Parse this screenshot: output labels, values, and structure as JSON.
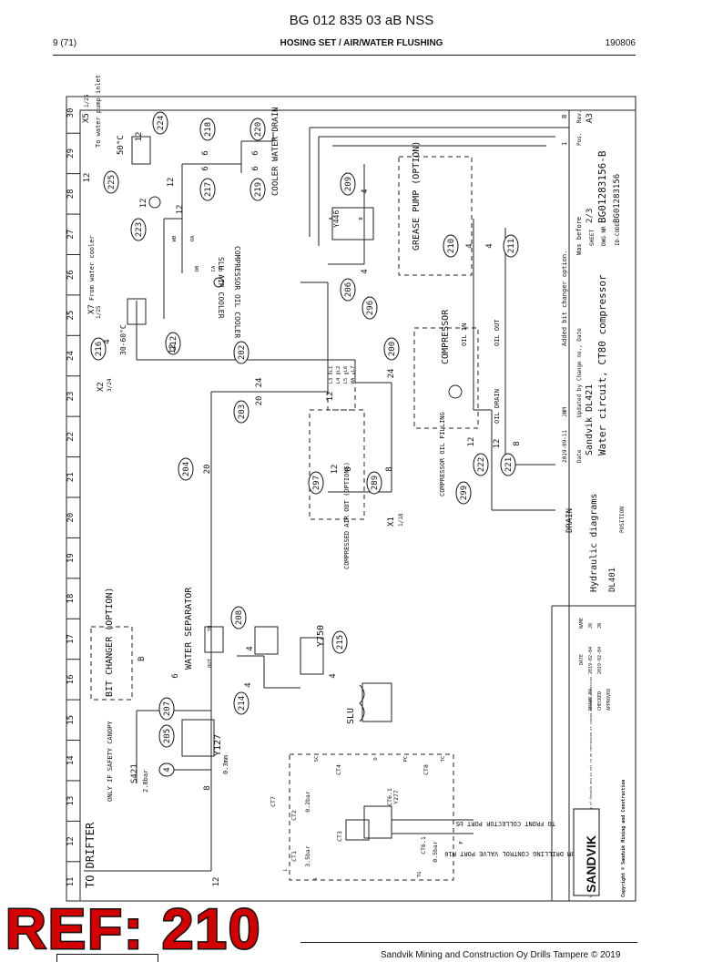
{
  "header": {
    "doc_title": "BG 012 835 03 aB NSS",
    "page_label": "9 (71)",
    "section_title": "HOSING SET / AIR/WATER FLUSHING",
    "doc_date": "190806"
  },
  "grid_numbers": [
    "11",
    "12",
    "13",
    "14",
    "15",
    "16",
    "17",
    "18",
    "19",
    "20",
    "21",
    "22",
    "23",
    "24",
    "25",
    "26",
    "27",
    "28",
    "29",
    "30"
  ],
  "diagram": {
    "drifter_label": "TO DRIFTER",
    "bit_changer": "BIT CHANGER (OPTION)",
    "bit_changer_tag": "B",
    "water_separator": "WATER SEPARATOR",
    "only_if_safety": "ONLY IF SAFETY CANOPY",
    "s421": "S421",
    "s421_pressure": "2.8bar",
    "y127": "Y127",
    "y127_pressure": "0.3mm",
    "y750": "Y750",
    "slu": "SLU",
    "drain": "DRAIN",
    "compressed_air_out": "COMPRESSED AIR OUT (OPTIONS)",
    "compressor_oil_filling": "COMPRESSOR OIL FILLING",
    "compressor": "COMPRESSOR",
    "oil_in": "OIL IN",
    "oil_out": "OIL OUT",
    "oil_drain": "OIL DRAIN",
    "grease_pump": "GREASE PUMP (OPTION)",
    "y446": "Y446",
    "compressor_oil_cooler": "COMPRESSOR OIL COOLER",
    "slu_air_cooler": "SLU AIR COOLER",
    "cooler_water_drain": "COOLER WATER DRAIN",
    "to_water_pump_inlet": "To water pump inlet",
    "from_water_cooler": "From water cooler",
    "temp_50": "50°C",
    "temp_30_60": "30-60°C",
    "x1": "X1",
    "x1_sub": "1/18",
    "x2": "X2",
    "x2_sub": "3/24",
    "x5": "X5",
    "x5_sub": "1/25",
    "x7": "X7",
    "x7_sub": "1/25",
    "front_collector": "TO FRONT COLLECTOR PORT LS",
    "from_drilling": "FROM DRILLING CONTROL VALVE PORT M10",
    "ct_labels": [
      "CT1",
      "CT2",
      "CT3",
      "CT4",
      "CT6.1",
      "CT6.1",
      "CT7",
      "CT8",
      "Y277"
    ],
    "ct_pressures": [
      "3.5bar",
      "0.2bar",
      "0.5bar"
    ],
    "port_labels": [
      "SC",
      "D",
      "PC",
      "TC",
      "TG",
      "S",
      "L",
      "T",
      "P",
      "A",
      "B",
      "OUT",
      "IN",
      "L1",
      "L2",
      "L3",
      "L4",
      "L5",
      "L6",
      "L7",
      "WA",
      "WB",
      "OA",
      "OB",
      "CA",
      "CB"
    ],
    "balloons": [
      "224",
      "218",
      "220",
      "225",
      "209",
      "217",
      "219",
      "223",
      "206",
      "296",
      "210",
      "211",
      "216",
      "212",
      "202",
      "200",
      "203",
      "204",
      "297",
      "289",
      "222",
      "221",
      "299",
      "208",
      "215",
      "214",
      "207",
      "205",
      "4"
    ],
    "hose_sizes": [
      "12",
      "12",
      "12",
      "12",
      "12",
      "6",
      "6",
      "6",
      "6",
      "4",
      "4",
      "4",
      "4",
      "4",
      "24",
      "24",
      "20",
      "20",
      "12",
      "12",
      "12",
      "8",
      "8",
      "8",
      "12",
      "6",
      "4",
      "4",
      "8",
      "4",
      "12",
      "12"
    ]
  },
  "title_block": {
    "change_history": [
      {
        "rev": "1",
        "date": "2019-09-11",
        "by": "JNM",
        "text": "Added bit changer option.",
        "was": "Was before",
        "pos": "B"
      }
    ],
    "col_date": "Date",
    "col_updated": "Updated by",
    "col_change": "Change no., Date",
    "col_pos": "Pos.",
    "col_rev": "Rev.",
    "company": "Sandvik DL421",
    "drawing_title": "Water circuit, CT80 compressor",
    "drawing_type": "Hydraulic diagrams",
    "model": "DL401",
    "position": "POSITION",
    "sheet": "2/3",
    "size": "A3",
    "sheet_label": "SHEET",
    "dwg_label": "DWG NR",
    "id_label": "ID-CODE",
    "drawing_no": "BG01283156-B",
    "id_code": "BG01283156",
    "drawn_by": "DRAWN BY",
    "checked": "CHECKED",
    "approved": "APPROVED",
    "date_label": "DATE",
    "name_label": "NAME",
    "drawn_date": "2019-02-04",
    "checked_date": "2019-02-04",
    "drawn_name": "JO",
    "checked_name": "JN",
    "brand": "SANDVIK",
    "copyright": "Copyright © Sandvik Mining and Construction",
    "notice": "NOTICE: This document is the exclusive property of Sandvik and is not to be reproduced or copied without permission"
  },
  "ref_label": "REF: 210",
  "footer": {
    "text": "Sandvik Mining and Construction Oy Drills Tampere © 2019"
  }
}
